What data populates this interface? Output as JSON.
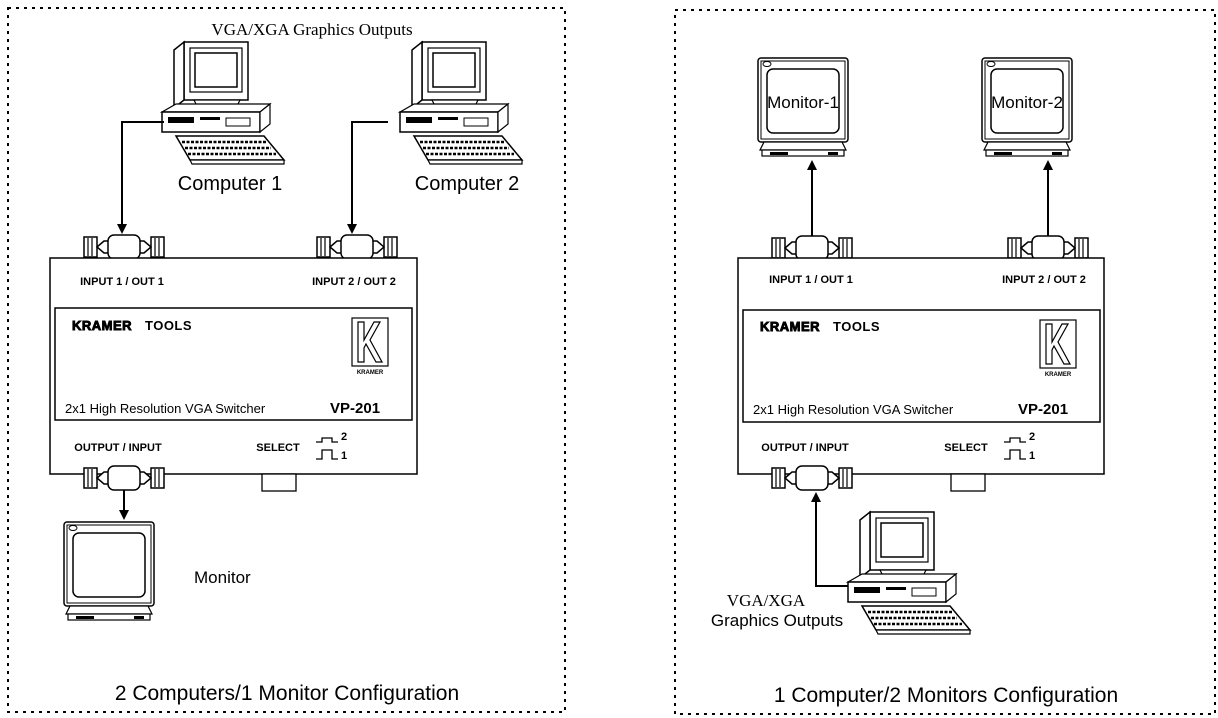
{
  "left": {
    "outputs_label": "VGA/XGA Graphics Outputs",
    "computer1": "Computer 1",
    "computer2": "Computer 2",
    "monitor": "Monitor",
    "caption": "2 Computers/1 Monitor Configuration"
  },
  "right": {
    "monitor1": "Monitor-1",
    "monitor2": "Monitor-2",
    "outputs_line1": "VGA/XGA",
    "outputs_line2": "Graphics Outputs",
    "caption": "1 Computer/2 Monitors Configuration"
  },
  "device": {
    "input1": "INPUT 1 / OUT 1",
    "input2": "INPUT 2 / OUT 2",
    "brand_kramer": "KRAMER",
    "brand_tools": "TOOLS",
    "logo_text": "KRAMER",
    "description": "2x1  High Resolution VGA Switcher",
    "model": "VP-201",
    "output": "OUTPUT / INPUT",
    "select": "SELECT",
    "pos2": "2",
    "pos1": "1"
  }
}
